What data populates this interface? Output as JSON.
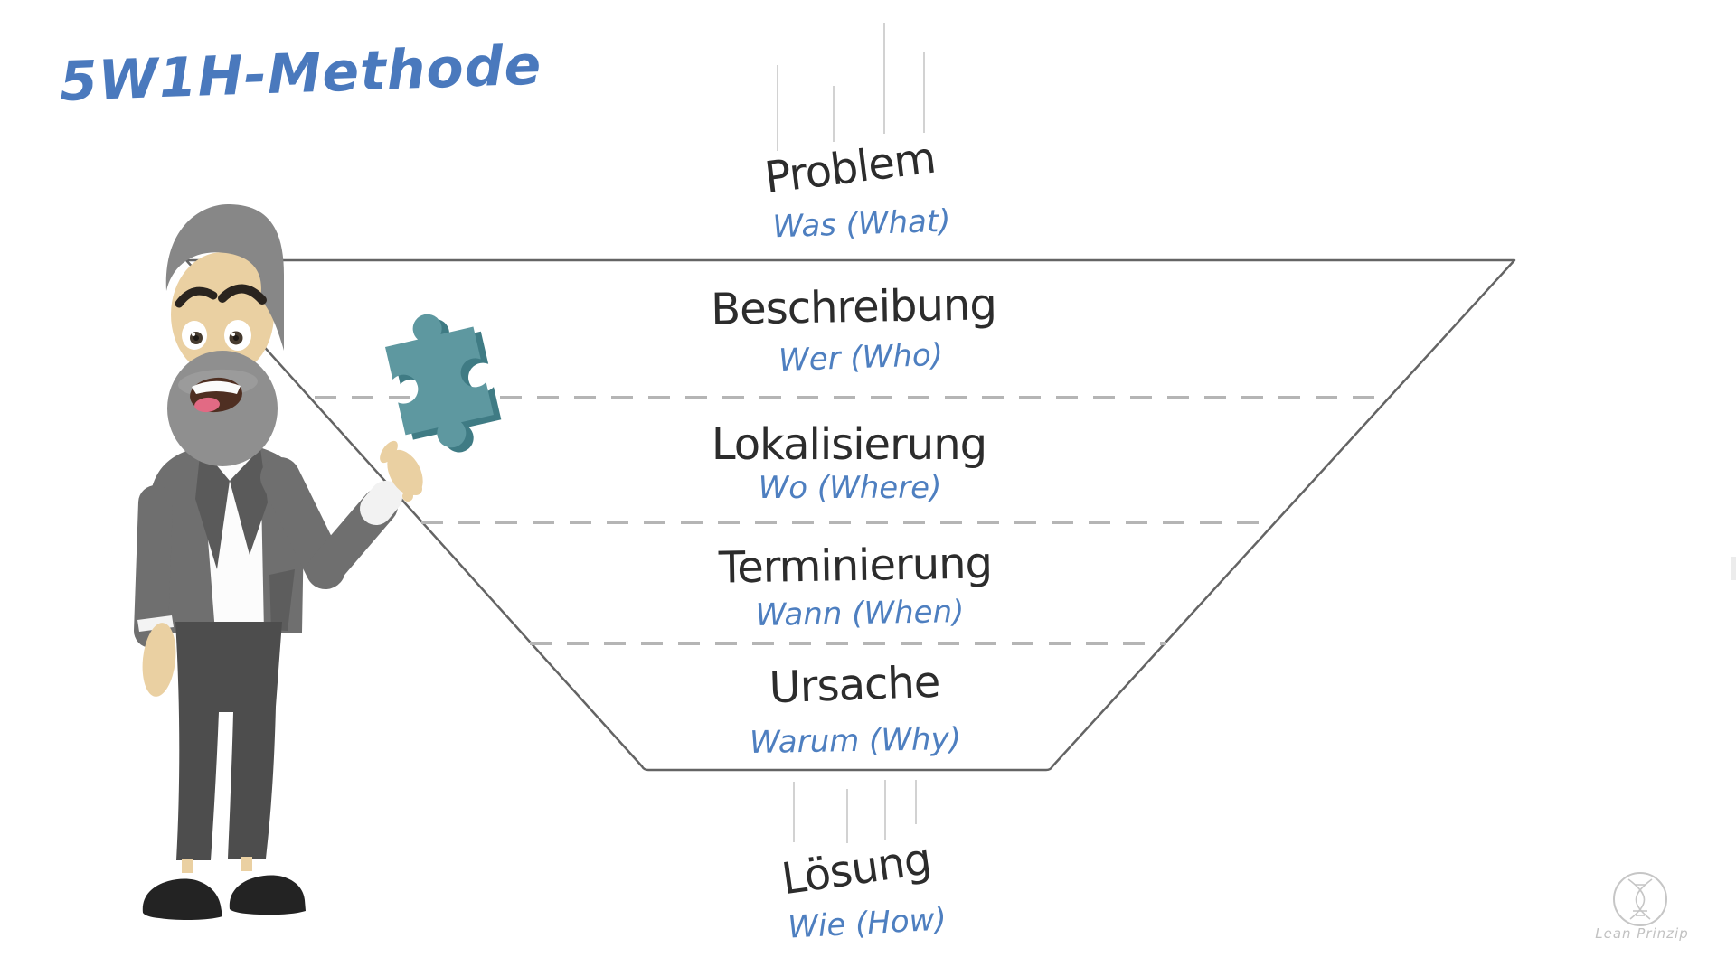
{
  "title": "5W1H-Methode",
  "funnel": {
    "input": {
      "label": "Problem",
      "question": "Was (What)"
    },
    "stages": [
      {
        "label": "Beschreibung",
        "question": "Wer (Who)"
      },
      {
        "label": "Lokalisierung",
        "question": "Wo (Where)"
      },
      {
        "label": "Terminierung",
        "question": "Wann (When)"
      },
      {
        "label": "Ursache",
        "question": "Warum (Why)"
      }
    ],
    "output": {
      "label": "Lösung",
      "question": "Wie (How)"
    }
  },
  "brand": {
    "name": "Lean Prinzip"
  },
  "icons": {
    "puzzle": "puzzle-piece-icon",
    "character": "presenter-character",
    "logo_mark": "hourglass-circle-icon"
  },
  "colors": {
    "accent_blue": "#4a79bd",
    "question_blue": "#4e7fc0",
    "text_dark": "#2c2c2c",
    "funnel_outline": "#646464",
    "dashed_divider": "#b5b5b5",
    "drop_line": "#d2d2d2",
    "puzzle_teal": "#5e98a0",
    "puzzle_shadow": "#3f7b84",
    "suit_gray": "#6f6f6f",
    "hair_gray": "#878787",
    "skin_tone": "#ead0a2",
    "logo_gray": "#c6c6c6"
  }
}
